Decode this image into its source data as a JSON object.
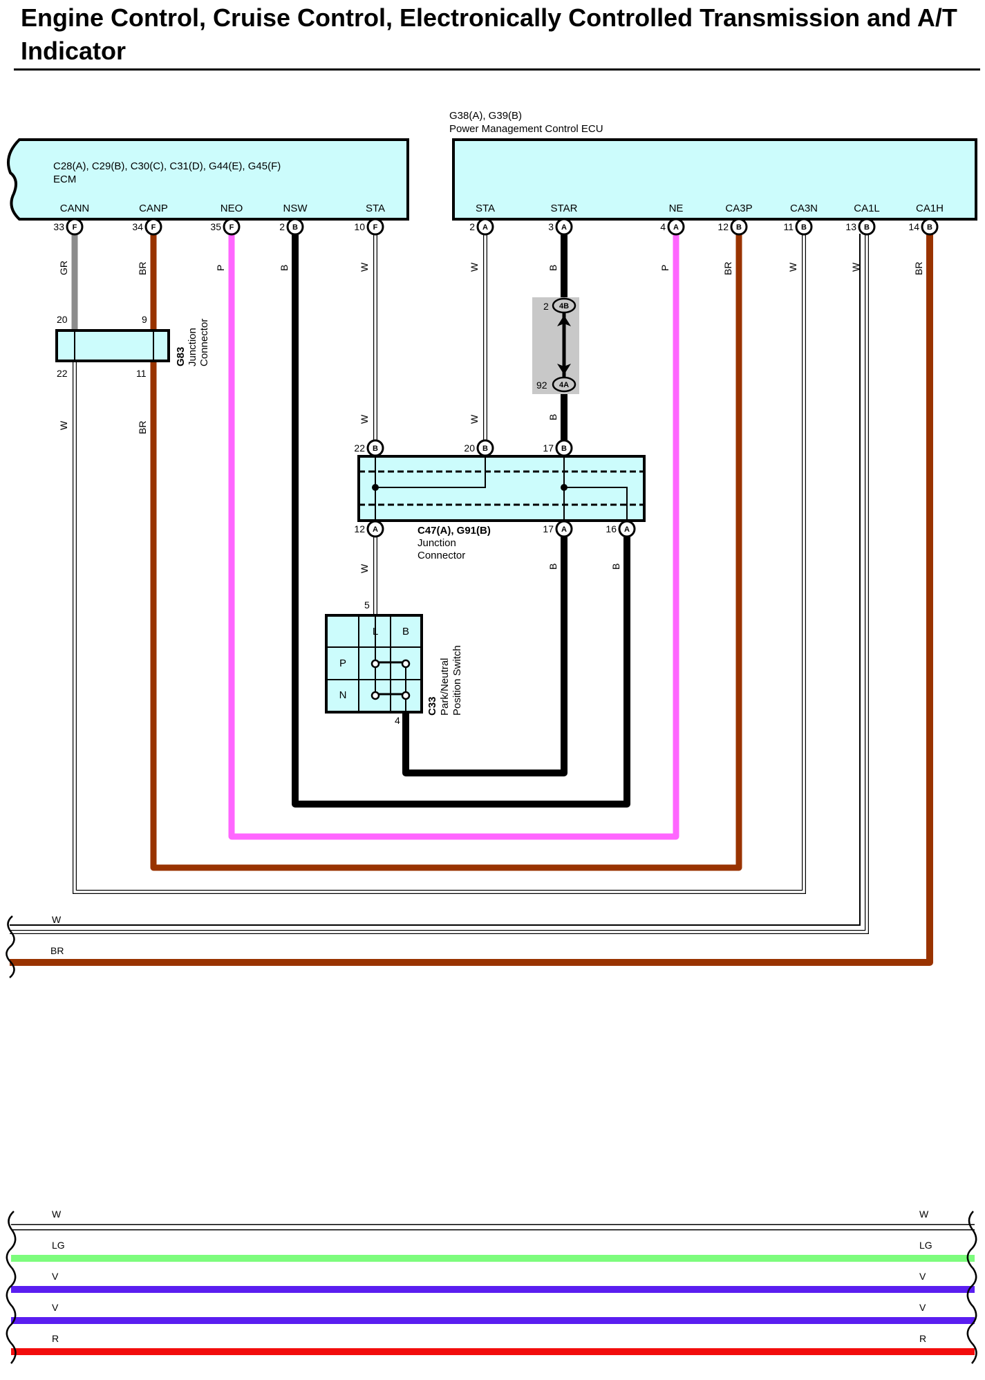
{
  "title": "Engine Control, Cruise Control, Electronically Controlled Transmission and A/T Indicator",
  "ecm": {
    "connectors": "C28(A), C29(B), C30(C), C31(D), G44(E), G45(F)",
    "name": "ECM",
    "terminals": [
      {
        "signal": "CANN",
        "pin": "33",
        "conn": "F"
      },
      {
        "signal": "CANP",
        "pin": "34",
        "conn": "F"
      },
      {
        "signal": "NEO",
        "pin": "35",
        "conn": "F"
      },
      {
        "signal": "NSW",
        "pin": "2",
        "conn": "B"
      },
      {
        "signal": "STA",
        "pin": "10",
        "conn": "F"
      }
    ]
  },
  "pmecu": {
    "connectors": "G38(A), G39(B)",
    "name": "Power Management Control ECU",
    "terminals": [
      {
        "signal": "STA",
        "pin": "2",
        "conn": "A"
      },
      {
        "signal": "STAR",
        "pin": "3",
        "conn": "A"
      },
      {
        "signal": "NE",
        "pin": "4",
        "conn": "A"
      },
      {
        "signal": "CA3P",
        "pin": "12",
        "conn": "B"
      },
      {
        "signal": "CA3N",
        "pin": "11",
        "conn": "B"
      },
      {
        "signal": "CA1L",
        "pin": "13",
        "conn": "B"
      },
      {
        "signal": "CA1H",
        "pin": "14",
        "conn": "B"
      }
    ]
  },
  "g83": {
    "id": "G83",
    "line1": "Junction",
    "line2": "Connector",
    "pins": {
      "top_left": "20",
      "top_right": "9",
      "bottom_left": "22",
      "bottom_right": "11"
    }
  },
  "inline": {
    "top_pin": "2",
    "top_conn": "4B",
    "bottom_pin": "92",
    "bottom_conn": "4A"
  },
  "c47": {
    "id": "C47(A), G91(B)",
    "line1": "Junction",
    "line2": "Connector",
    "top_pins": [
      {
        "pin": "22",
        "conn": "B"
      },
      {
        "pin": "20",
        "conn": "B"
      },
      {
        "pin": "17",
        "conn": "B"
      }
    ],
    "bottom_pins": [
      {
        "pin": "12",
        "conn": "A"
      },
      {
        "pin": "17",
        "conn": "A"
      },
      {
        "pin": "16",
        "conn": "A"
      }
    ]
  },
  "c33": {
    "id": "C33",
    "line1": "Park/Neutral",
    "line2": "Position Switch",
    "col_l": "L",
    "col_b": "B",
    "row_p": "P",
    "row_n": "N",
    "pin_top": "5",
    "pin_bottom": "4"
  },
  "wire_codes": {
    "canN": "GR",
    "canP": "BR",
    "neo": "P",
    "nsw": "B",
    "sta_ecm": "W",
    "sta_pm": "W",
    "star": "B",
    "ne": "P",
    "ca3p": "BR",
    "ca3n": "W",
    "ca1l": "W",
    "ca1h": "BR",
    "g83_w": "W",
    "g83_br": "BR",
    "c47_w_in": "W",
    "c47_w_in2": "W",
    "star_lower": "B",
    "c47_w_out": "W",
    "c47_b_out1": "B",
    "c47_b_out2": "B"
  },
  "bus_top": [
    {
      "label": "W"
    },
    {
      "label": "BR"
    }
  ],
  "bus_bottom": [
    {
      "label_left": "W",
      "label_right": "W",
      "color": "#ffffff"
    },
    {
      "label_left": "LG",
      "label_right": "LG",
      "color": "#7dfc7d"
    },
    {
      "label_left": "V",
      "label_right": "V",
      "color": "#5a1ef0"
    },
    {
      "label_left": "V",
      "label_right": "V",
      "color": "#5a1ef0"
    },
    {
      "label_left": "R",
      "label_right": "R",
      "color": "#f20d0d"
    }
  ],
  "colors": {
    "box_fill": "#ccfcfc",
    "gray": "#8c8c8c",
    "brown": "#993300",
    "pink": "#ff66ff",
    "black": "#000000",
    "white": "#ffffff",
    "inline_bg": "#c8c8c8"
  }
}
